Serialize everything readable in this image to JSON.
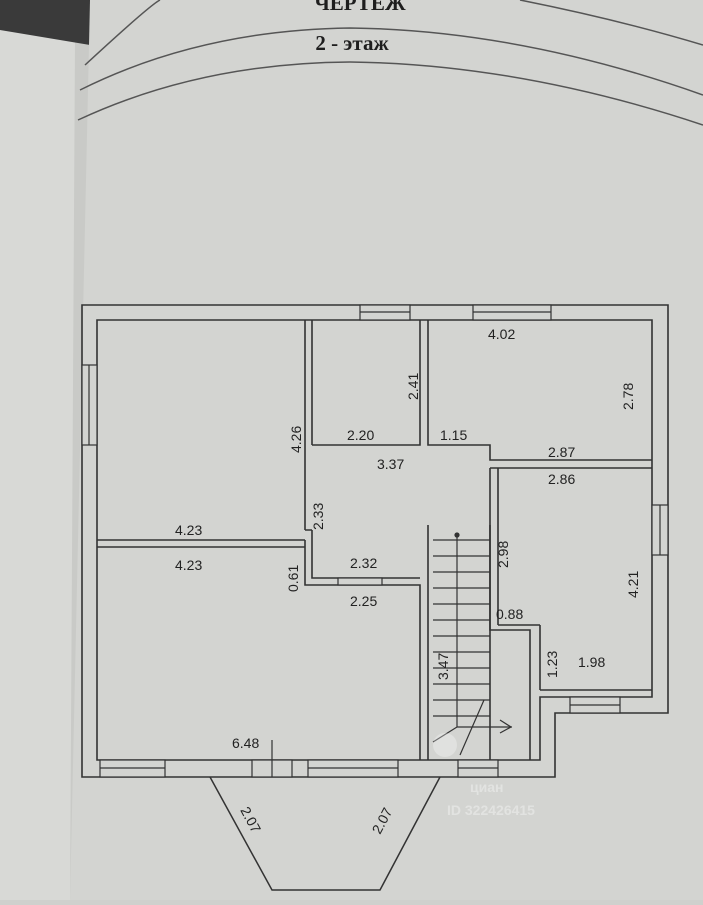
{
  "header": {
    "title": "ЧЕРТЕЖ",
    "subtitle": "2 - этаж"
  },
  "dimensions": {
    "d_4_02": "4.02",
    "d_2_78": "2.78",
    "d_2_41": "2.41",
    "d_2_20": "2.20",
    "d_1_15": "1.15",
    "d_2_87": "2.87",
    "d_4_26": "4.26",
    "d_3_37": "3.37",
    "d_2_86": "2.86",
    "d_2_33": "2.33",
    "d_4_23_top": "4.23",
    "d_2_98": "2.98",
    "d_4_23_bottom": "4.23",
    "d_2_32": "2.32",
    "d_0_61": "0.61",
    "d_2_25": "2.25",
    "d_4_21": "4.21",
    "d_0_88": "0.88",
    "d_1_23": "1.23",
    "d_1_98": "1.98",
    "d_3_47": "3.47",
    "d_6_48": "6.48",
    "d_2_07_left": "2.07",
    "d_2_07_right": "2.07"
  },
  "watermark": {
    "brand": "циан",
    "id": "ID 322426415"
  }
}
